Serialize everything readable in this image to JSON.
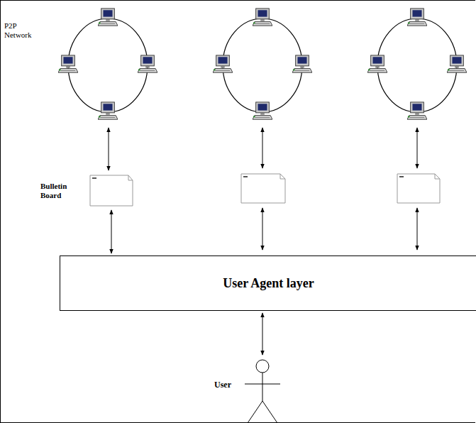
{
  "diagram": {
    "nodes": [
      {
        "text": [
          "Bulletin Board"
        ]
      },
      {
        "text": [
          "User Agent layer"
        ]
      },
      {
        "text": [
          "User"
        ]
      }
    ],
    "edges": [
      {
        "from": 0,
        "to": 1,
        "arrow": "both"
      },
      {
        "from": 1,
        "to": 2,
        "arrow": "both"
      }
    ],
    "labels": [
      "P2P Network"
    ]
  }
}
